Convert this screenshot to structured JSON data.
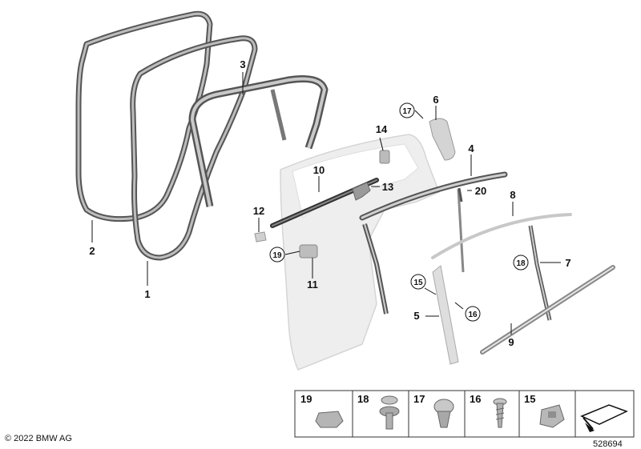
{
  "callouts": {
    "c1": "1",
    "c2": "2",
    "c3": "3",
    "c4": "4",
    "c5": "5",
    "c6": "6",
    "c7": "7",
    "c8": "8",
    "c9": "9",
    "c10": "10",
    "c11": "11",
    "c12": "12",
    "c13": "13",
    "c14": "14",
    "c20": "20"
  },
  "circled": {
    "c15a": "15",
    "c16": "16",
    "c17": "17",
    "c18": "18",
    "c19": "19"
  },
  "legend": {
    "items": [
      "19",
      "18",
      "17",
      "16",
      "15"
    ]
  },
  "footer": {
    "copyright": "© 2022 BMW AG",
    "diagram_number": "528694"
  }
}
